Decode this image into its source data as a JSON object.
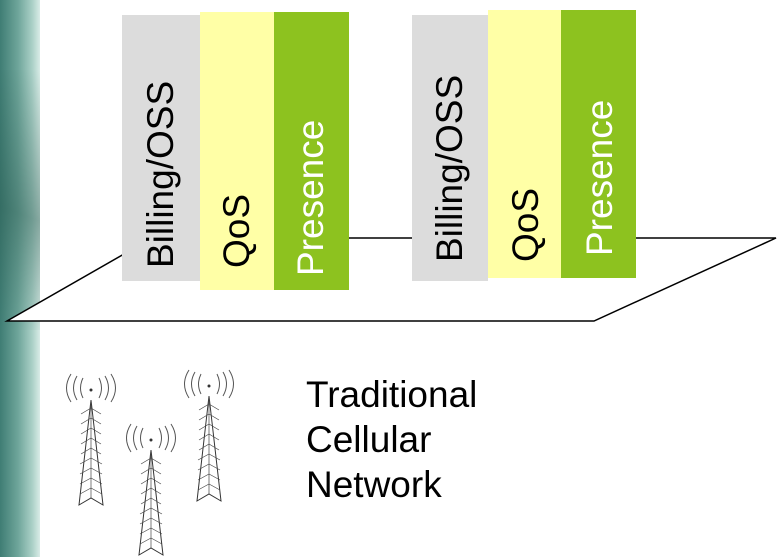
{
  "colors": {
    "billing_block": "#dcdcdc",
    "qos_block": "#ffffa6",
    "presence_block": "#8dc21f",
    "presence_text": "#ffffff",
    "platform_fill": "#ffffff",
    "outline": "#000000"
  },
  "stacks": [
    {
      "billing": "Billing/OSS",
      "qos": "QoS",
      "presence": "Presence"
    },
    {
      "billing": "Billing/OSS",
      "qos": "QoS",
      "presence": "Presence"
    }
  ],
  "caption": {
    "line1": "Traditional",
    "line2": "Cellular",
    "line3": "Network"
  },
  "icons": [
    "cell-tower-icon",
    "cell-tower-icon",
    "cell-tower-icon"
  ]
}
